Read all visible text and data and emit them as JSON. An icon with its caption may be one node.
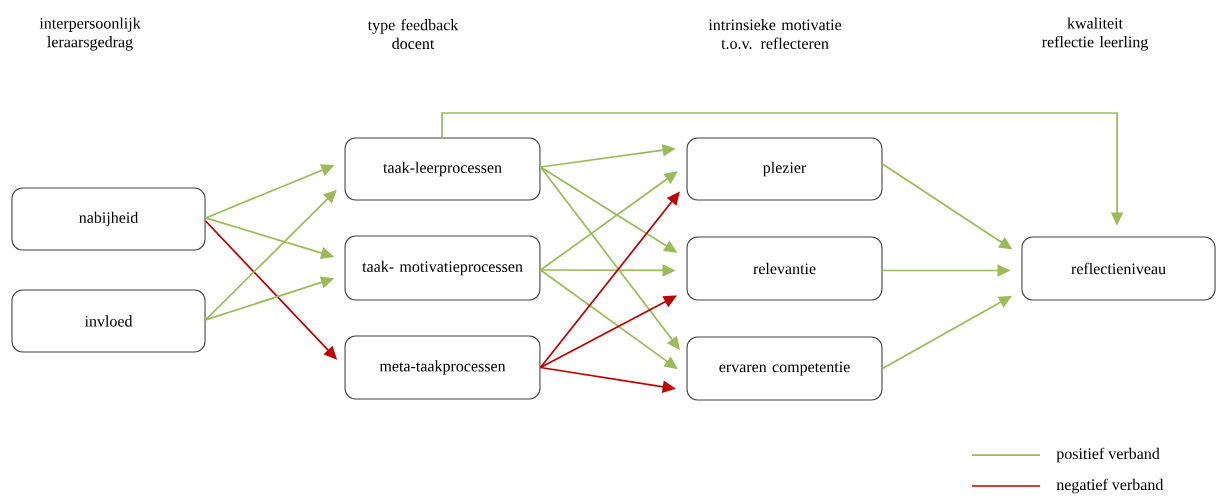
{
  "diagram": {
    "nodes": [
      {
        "text": [
          "nabijheid"
        ]
      },
      {
        "text": [
          "invloed"
        ]
      },
      {
        "text": [
          "taak-leerprocessen"
        ]
      },
      {
        "text": [
          "taak- motivatieprocessen"
        ]
      },
      {
        "text": [
          "meta-taakprocessen"
        ]
      },
      {
        "text": [
          "plezier"
        ]
      },
      {
        "text": [
          "relevantie"
        ]
      },
      {
        "text": [
          "ervaren competentie"
        ]
      },
      {
        "text": [
          "reflectieniveau"
        ]
      }
    ],
    "edges": [
      {
        "from": 0,
        "to": 2,
        "arrow": "to"
      },
      {
        "from": 0,
        "to": 3,
        "arrow": "to"
      },
      {
        "from": 0,
        "to": 4,
        "arrow": "to",
        "color": "#c00000"
      },
      {
        "from": 1,
        "to": 2,
        "arrow": "to"
      },
      {
        "from": 1,
        "to": 3,
        "arrow": "to"
      },
      {
        "from": 2,
        "to": 5,
        "arrow": "to"
      },
      {
        "from": 2,
        "to": 6,
        "arrow": "to"
      },
      {
        "from": 2,
        "to": 7,
        "arrow": "to"
      },
      {
        "from": 2,
        "to": 8,
        "arrow": "to"
      },
      {
        "from": 3,
        "to": 5,
        "arrow": "to"
      },
      {
        "from": 3,
        "to": 6,
        "arrow": "to"
      },
      {
        "from": 3,
        "to": 7,
        "arrow": "to"
      },
      {
        "from": 4,
        "to": 5,
        "arrow": "to",
        "color": "#c00000"
      },
      {
        "from": 4,
        "to": 6,
        "arrow": "to",
        "color": "#c00000"
      },
      {
        "from": 4,
        "to": 7,
        "arrow": "to",
        "color": "#c00000"
      },
      {
        "from": 5,
        "to": 8,
        "arrow": "to"
      },
      {
        "from": 6,
        "to": 8,
        "arrow": "to"
      },
      {
        "from": 7,
        "to": 8,
        "arrow": "to"
      }
    ],
    "labels": [
      "interpersoonlijk leraarsgedrag",
      "type feedback docent",
      "intrinsieke motivatie t.o.v. reflecteren",
      "kwaliteit reflectie leerling"
    ],
    "legend": [
      {
        "text": "positief verband"
      },
      {
        "text": "negatief verband"
      }
    ]
  }
}
